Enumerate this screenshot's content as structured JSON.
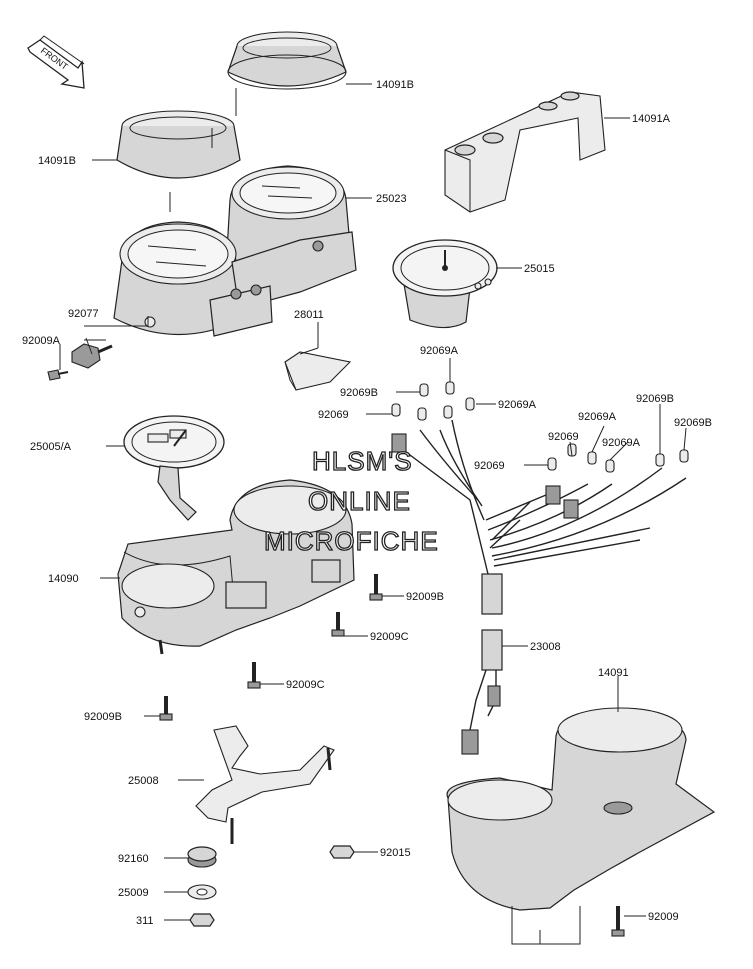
{
  "front_arrow": {
    "label": "FRONT",
    "icon": "front-arrow-icon"
  },
  "callouts": [
    {
      "id": "14091B_top",
      "text": "14091B"
    },
    {
      "id": "14091A",
      "text": "14091A"
    },
    {
      "id": "14091B_left",
      "text": "14091B"
    },
    {
      "id": "25023",
      "text": "25023"
    },
    {
      "id": "25015",
      "text": "25015"
    },
    {
      "id": "92077",
      "text": "92077"
    },
    {
      "id": "92009A",
      "text": "92009A"
    },
    {
      "id": "28011",
      "text": "28011"
    },
    {
      "id": "92069A_1",
      "text": "92069A"
    },
    {
      "id": "92069B_1",
      "text": "92069B"
    },
    {
      "id": "92069A_2",
      "text": "92069A"
    },
    {
      "id": "92069_1",
      "text": "92069"
    },
    {
      "id": "92069A_3",
      "text": "92069A"
    },
    {
      "id": "92069B_2",
      "text": "92069B"
    },
    {
      "id": "25005A",
      "text": "25005/A"
    },
    {
      "id": "92069_2",
      "text": "92069"
    },
    {
      "id": "92069A_4",
      "text": "92069A"
    },
    {
      "id": "92069B_3",
      "text": "92069B"
    },
    {
      "id": "92069_3",
      "text": "92069"
    },
    {
      "id": "14090",
      "text": "14090"
    },
    {
      "id": "92009B_1",
      "text": "92009B"
    },
    {
      "id": "92009C_1",
      "text": "92009C"
    },
    {
      "id": "23008",
      "text": "23008"
    },
    {
      "id": "92009C_2",
      "text": "92009C"
    },
    {
      "id": "14091",
      "text": "14091"
    },
    {
      "id": "92009B_2",
      "text": "92009B"
    },
    {
      "id": "25008",
      "text": "25008"
    },
    {
      "id": "92015",
      "text": "92015"
    },
    {
      "id": "92160",
      "text": "92160"
    },
    {
      "id": "25009",
      "text": "25009"
    },
    {
      "id": "311",
      "text": "311"
    },
    {
      "id": "92009",
      "text": "92009"
    }
  ],
  "watermark": {
    "line1": "HLSM'S",
    "line2": "ONLINE",
    "line3": "MICROFICHE"
  }
}
